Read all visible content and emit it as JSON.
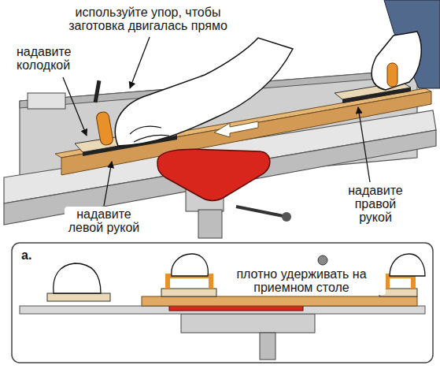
{
  "diagram": {
    "labels": [
      "используйте упор, чтобы заготовка двигалась прямо",
      "надавите колодкой",
      "надавите левой рукой",
      "надавите правой рукой",
      "а.",
      "плотно удерживать на приемном столе"
    ]
  }
}
